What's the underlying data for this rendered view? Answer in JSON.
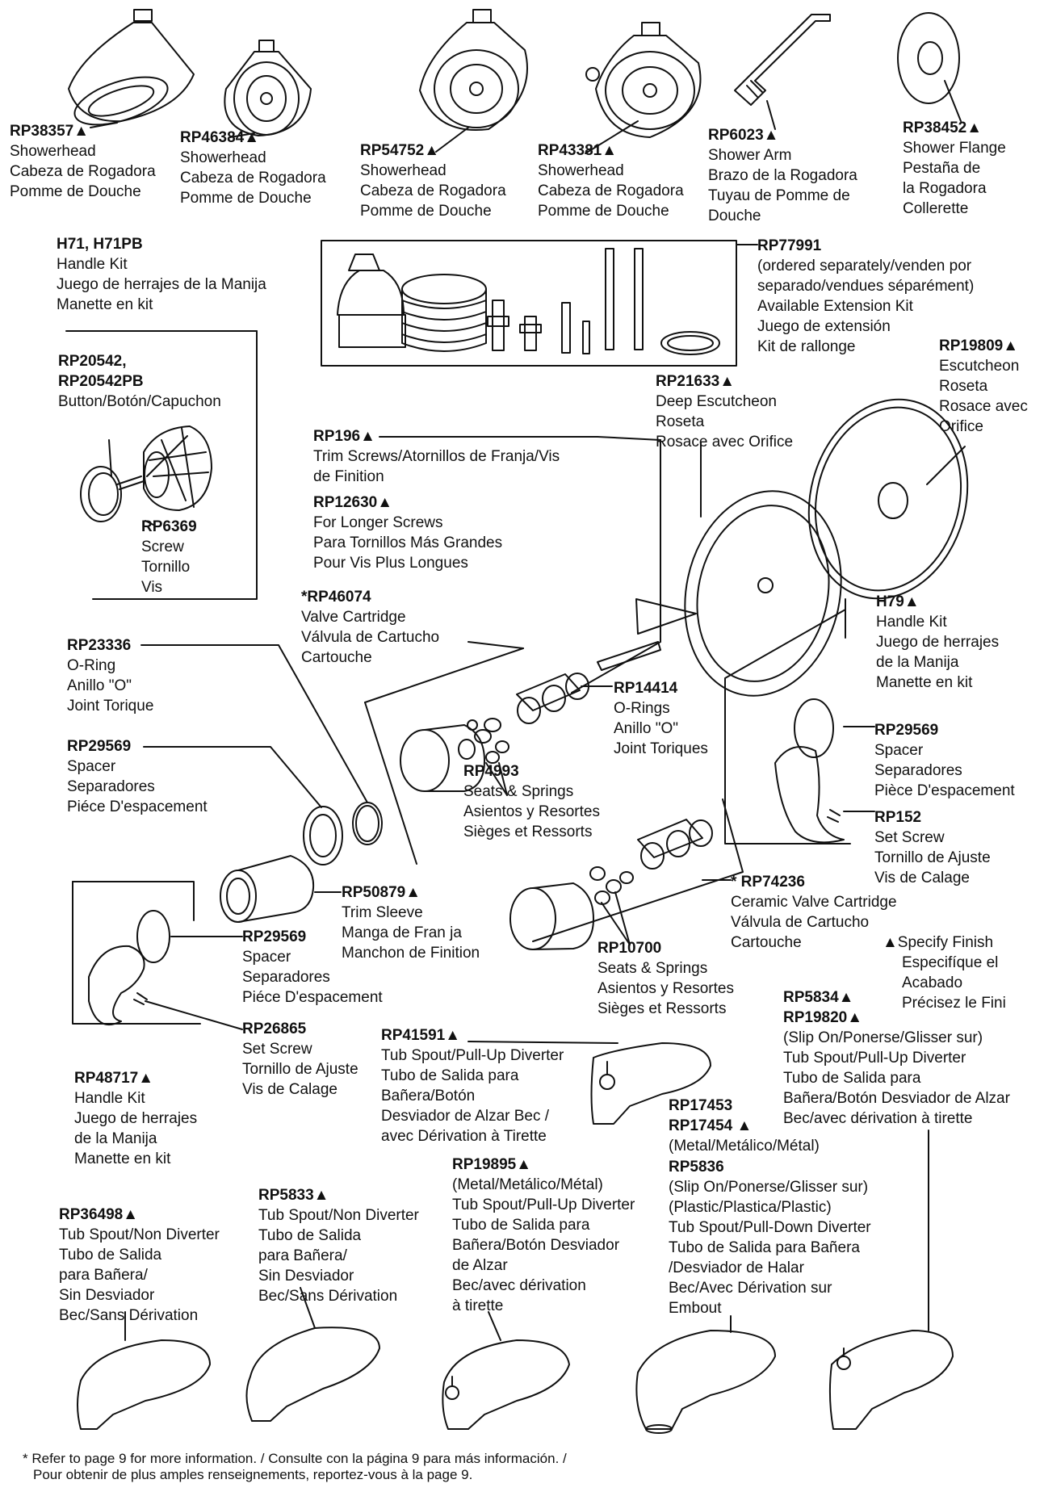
{
  "labels": [
    {
      "id": "rp38357",
      "part": "RP38357▲",
      "lines": [
        "Showerhead",
        "Cabeza de Rogadora",
        "Pomme de Douche"
      ]
    },
    {
      "id": "rp46384",
      "part": "RP46384▲",
      "lines": [
        "Showerhead",
        "Cabeza de Rogadora",
        "Pomme de Douche"
      ]
    },
    {
      "id": "rp54752",
      "part": "RP54752▲",
      "lines": [
        "Showerhead",
        "Cabeza de Rogadora",
        "Pomme de Douche"
      ]
    },
    {
      "id": "rp43381",
      "part": "RP43381▲",
      "lines": [
        "Showerhead",
        "Cabeza de Rogadora",
        "Pomme de Douche"
      ]
    },
    {
      "id": "rp6023",
      "part": "RP6023▲",
      "lines": [
        "Shower Arm",
        "Brazo de la Rogadora",
        "Tuyau de Pomme de",
        "Douche"
      ]
    },
    {
      "id": "rp38452",
      "part": "RP38452▲",
      "lines": [
        "Shower Flange",
        "Pestaña de",
        "la Rogadora",
        "Collerette"
      ]
    },
    {
      "id": "h71",
      "part": "H71, H71PB",
      "lines": [
        "Handle Kit",
        "Juego de herrajes de la Manija",
        "Manette en kit"
      ]
    },
    {
      "id": "rp77991",
      "part": "RP77991",
      "lines": [
        "(ordered separately/venden por",
        "separado/vendues séparément)",
        "Available Extension Kit",
        "Juego de extensión",
        "Kit de rallonge"
      ]
    },
    {
      "id": "rp20542",
      "part": "RP20542,\nRP20542PB",
      "lines": [
        "Button/Botón/Capuchon"
      ]
    },
    {
      "id": "rp19809",
      "part": "RP19809▲",
      "lines": [
        "Escutcheon",
        "Roseta",
        "Rosace avec",
        "Orifice"
      ]
    },
    {
      "id": "rp21633",
      "part": "RP21633▲",
      "lines": [
        "Deep Escutcheon",
        "Roseta",
        "Rosace avec Orifice"
      ]
    },
    {
      "id": "rp196",
      "part": "RP196▲",
      "lines": [
        "Trim Screws/Atornillos de Franja/Vis",
        "de Finition"
      ]
    },
    {
      "id": "rp12630",
      "part": "RP12630▲",
      "lines": [
        "For Longer Screws",
        "Para Tornillos Más Grandes",
        "Pour Vis Plus Longues"
      ]
    },
    {
      "id": "rp6369",
      "part": "RP6369",
      "lines": [
        "Screw",
        "Tornillo",
        "Vis"
      ]
    },
    {
      "id": "rp46074",
      "part": "*RP46074",
      "lines": [
        "Valve Cartridge",
        "Válvula de Cartucho",
        "Cartouche"
      ]
    },
    {
      "id": "h79",
      "part": "H79▲",
      "lines": [
        "Handle Kit",
        "Juego de herrajes",
        "de la Manija",
        "Manette en kit"
      ]
    },
    {
      "id": "rp23336",
      "part": "RP23336",
      "lines": [
        "O-Ring",
        "Anillo \"O\"",
        "Joint Torique"
      ]
    },
    {
      "id": "rp14414",
      "part": "RP14414",
      "lines": [
        "O-Rings",
        "Anillo \"O\"",
        "Joint Toriques"
      ]
    },
    {
      "id": "rp29569a",
      "part": "RP29569",
      "lines": [
        "Spacer",
        "Separadores",
        "Piéce D'espacement"
      ]
    },
    {
      "id": "rp4993",
      "part": "RP4993",
      "lines": [
        "Seats & Springs",
        "Asientos y Resortes",
        "Sièges et Ressorts"
      ]
    },
    {
      "id": "rp29569b",
      "part": "RP29569",
      "lines": [
        "Spacer",
        "Separadores",
        "Pièce D'espacement"
      ]
    },
    {
      "id": "rp152",
      "part": "RP152",
      "lines": [
        "Set Screw",
        "Tornillo de Ajuste",
        "Vis de Calage"
      ]
    },
    {
      "id": "rp50879",
      "part": "RP50879▲",
      "lines": [
        "Trim Sleeve",
        "Manga de Fran ja",
        "Manchon de Finition"
      ]
    },
    {
      "id": "rp74236",
      "part": "* RP74236",
      "lines": [
        "Ceramic Valve Cartridge",
        "Válvula de Cartucho",
        "Cartouche"
      ]
    },
    {
      "id": "specify",
      "part": "",
      "lines": [
        "▲Specify Finish",
        "Especifíque el",
        "Acabado",
        "Précisez le Fini"
      ]
    },
    {
      "id": "rp29569c",
      "part": "RP29569",
      "lines": [
        "Spacer",
        "Separadores",
        "Piéce D'espacement"
      ]
    },
    {
      "id": "rp10700",
      "part": "RP10700",
      "lines": [
        "Seats & Springs",
        "Asientos y Resortes",
        "Sièges et Ressorts"
      ]
    },
    {
      "id": "rp5834",
      "part": "RP5834▲\nRP19820▲",
      "lines": [
        "(Slip On/Ponerse/Glisser sur)",
        "Tub Spout/Pull-Up Diverter",
        "Tubo de Salida para",
        "Bañera/Botón Desviador de Alzar",
        "Bec/avec dérivation à tirette"
      ]
    },
    {
      "id": "rp26865",
      "part": "RP26865",
      "lines": [
        "Set Screw",
        "Tornillo de Ajuste",
        "Vis de Calage"
      ]
    },
    {
      "id": "rp41591",
      "part": "RP41591▲",
      "lines": [
        "Tub Spout/Pull-Up Diverter",
        "Tubo de Salida para",
        "Bañera/Botón",
        "Desviador de Alzar Bec /",
        "avec Dérivation à Tirette"
      ]
    },
    {
      "id": "rp48717",
      "part": "RP48717▲",
      "lines": [
        "Handle Kit",
        "Juego de herrajes",
        "de la Manija",
        "Manette en kit"
      ]
    },
    {
      "id": "rp17453",
      "part": "RP17453\nRP17454 ▲",
      "lines": [
        "(Metal/Metálico/Métal)"
      ]
    },
    {
      "id": "rp5836",
      "part": "RP5836",
      "lines": [
        "(Slip On/Ponerse/Glisser sur)",
        "(Plastic/Plastica/Plastic)",
        "Tub Spout/Pull-Down Diverter",
        "Tubo de Salida para Bañera",
        "/Desviador de Halar",
        "Bec/Avec Dérivation sur",
        "Embout"
      ]
    },
    {
      "id": "rp19895",
      "part": "RP19895▲",
      "lines": [
        "(Metal/Metálico/Métal)",
        "Tub Spout/Pull-Up Diverter",
        "Tubo de Salida para",
        "Bañera/Botón Desviador",
        "de Alzar",
        "Bec/avec dérivation",
        "à tirette"
      ]
    },
    {
      "id": "rp5833",
      "part": "RP5833▲",
      "lines": [
        "Tub Spout/Non Diverter",
        "Tubo de Salida",
        "para Bañera/",
        "Sin Desviador",
        "Bec/Sans Dérivation"
      ]
    },
    {
      "id": "rp36498",
      "part": "RP36498▲",
      "lines": [
        "Tub Spout/Non Diverter",
        "Tubo de Salida",
        "para Bañera/",
        "Sin Desviador",
        "Bec/Sans Dérivation"
      ]
    }
  ],
  "footnote": {
    "line1": "* Refer to page 9 for more information. / Consulte con la página 9 para más información. /",
    "line2": "Pour obtenir de plus amples renseignements, reportez-vous à la page 9."
  },
  "icons": [
    "showerhead",
    "shower-arm",
    "shower-flange",
    "handle",
    "escutcheon",
    "valve-cartridge",
    "tub-spout"
  ]
}
